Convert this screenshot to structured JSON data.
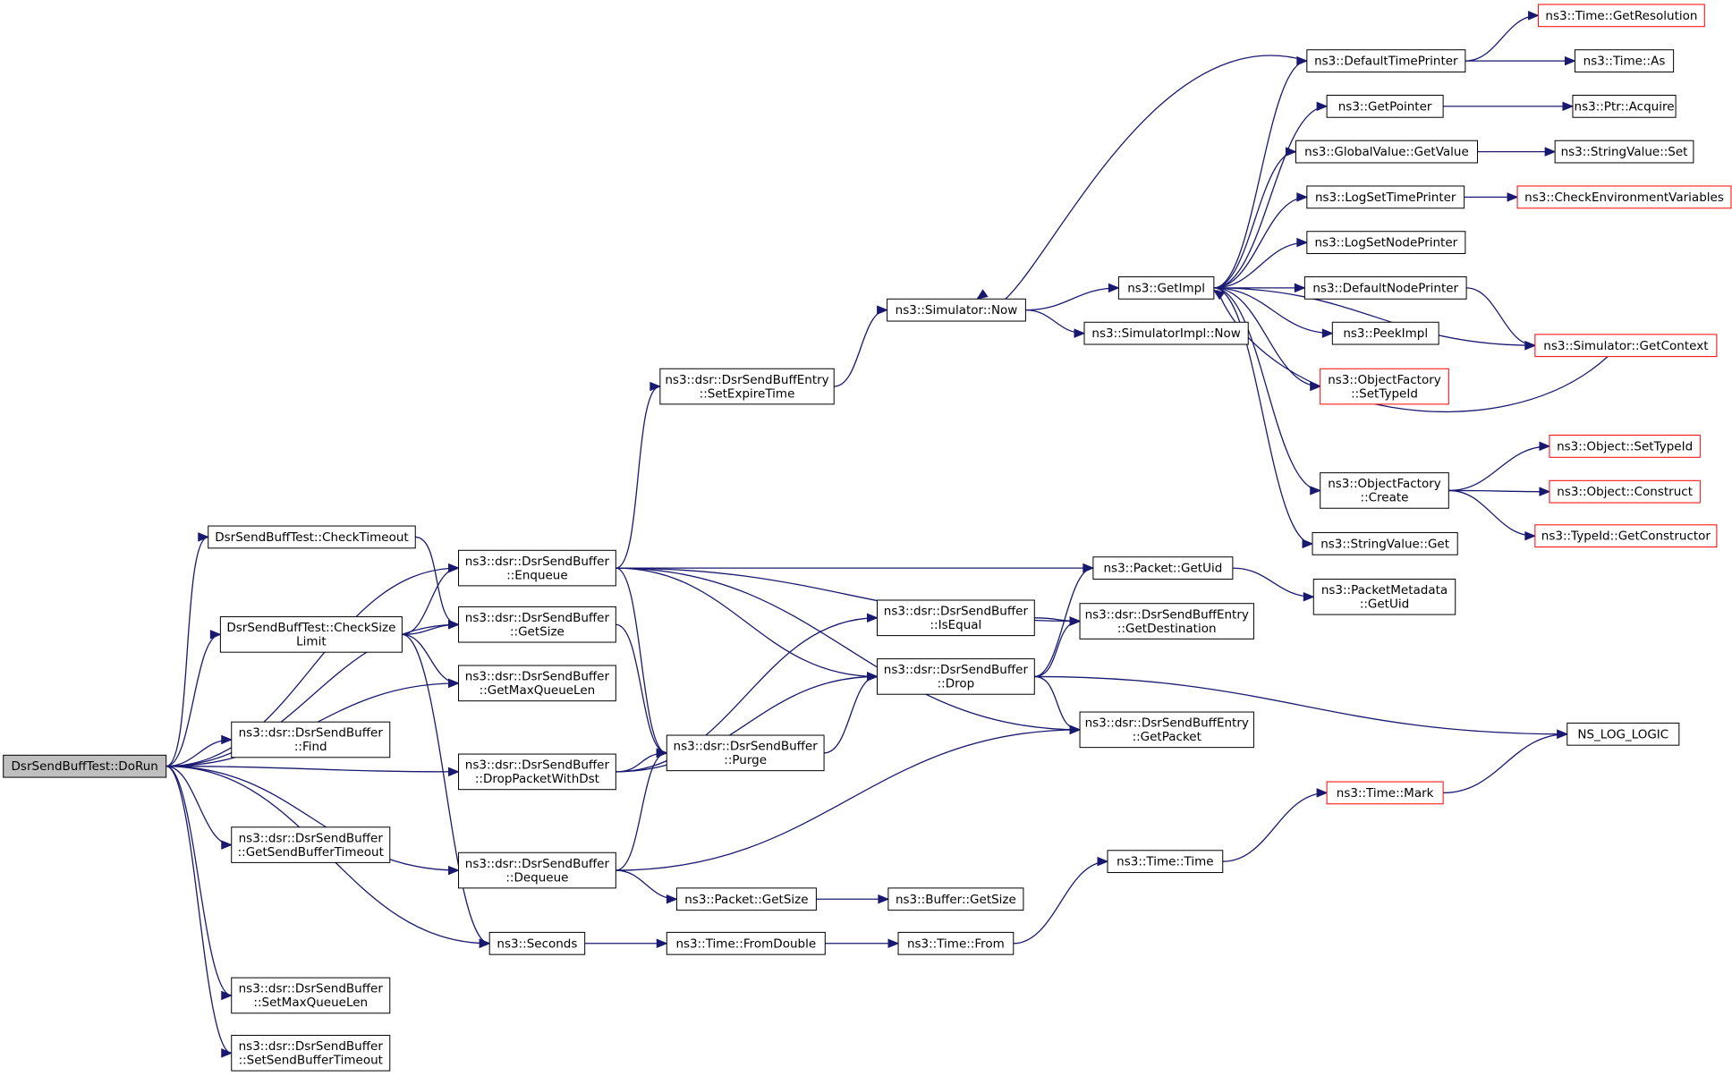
{
  "graph": {
    "edge_color": "#191970",
    "truncated_node_border": "#ff0000",
    "root_fill": "#bfbfbf",
    "nodes": [
      {
        "id": "dorun",
        "lines": [
          "DsrSendBuffTest::DoRun"
        ],
        "root": true
      },
      {
        "id": "checktimeout",
        "lines": [
          "DsrSendBuffTest::CheckTimeout"
        ]
      },
      {
        "id": "checksize",
        "lines": [
          "DsrSendBuffTest::CheckSize",
          "Limit"
        ]
      },
      {
        "id": "enqueue",
        "lines": [
          "ns3::dsr::DsrSendBuffer",
          "::Enqueue"
        ]
      },
      {
        "id": "getsize",
        "lines": [
          "ns3::dsr::DsrSendBuffer",
          "::GetSize"
        ]
      },
      {
        "id": "getmaxq",
        "lines": [
          "ns3::dsr::DsrSendBuffer",
          "::GetMaxQueueLen"
        ]
      },
      {
        "id": "find",
        "lines": [
          "ns3::dsr::DsrSendBuffer",
          "::Find"
        ]
      },
      {
        "id": "droppkt",
        "lines": [
          "ns3::dsr::DsrSendBuffer",
          "::DropPacketWithDst"
        ]
      },
      {
        "id": "getsbt",
        "lines": [
          "ns3::dsr::DsrSendBuffer",
          "::GetSendBufferTimeout"
        ]
      },
      {
        "id": "dequeue",
        "lines": [
          "ns3::dsr::DsrSendBuffer",
          "::Dequeue"
        ]
      },
      {
        "id": "seconds",
        "lines": [
          "ns3::Seconds"
        ]
      },
      {
        "id": "setmaxq",
        "lines": [
          "ns3::dsr::DsrSendBuffer",
          "::SetMaxQueueLen"
        ]
      },
      {
        "id": "setsbt",
        "lines": [
          "ns3::dsr::DsrSendBuffer",
          "::SetSendBufferTimeout"
        ]
      },
      {
        "id": "setexpire",
        "lines": [
          "ns3::dsr::DsrSendBuffEntry",
          "::SetExpireTime"
        ]
      },
      {
        "id": "isequal",
        "lines": [
          "ns3::dsr::DsrSendBuffer",
          "::IsEqual"
        ]
      },
      {
        "id": "drop",
        "lines": [
          "ns3::dsr::DsrSendBuffer",
          "::Drop"
        ]
      },
      {
        "id": "purge",
        "lines": [
          "ns3::dsr::DsrSendBuffer",
          "::Purge"
        ]
      },
      {
        "id": "pktgetsize",
        "lines": [
          "ns3::Packet::GetSize"
        ]
      },
      {
        "id": "fromdouble",
        "lines": [
          "ns3::Time::FromDouble"
        ]
      },
      {
        "id": "simnow",
        "lines": [
          "ns3::Simulator::Now"
        ]
      },
      {
        "id": "bufgetsize",
        "lines": [
          "ns3::Buffer::GetSize"
        ]
      },
      {
        "id": "timefrom",
        "lines": [
          "ns3::Time::From"
        ]
      },
      {
        "id": "simimplnow",
        "lines": [
          "ns3::SimulatorImpl::Now"
        ]
      },
      {
        "id": "getuid",
        "lines": [
          "ns3::Packet::GetUid"
        ]
      },
      {
        "id": "getdest",
        "lines": [
          "ns3::dsr::DsrSendBuffEntry",
          "::GetDestination"
        ]
      },
      {
        "id": "getpacket",
        "lines": [
          "ns3::dsr::DsrSendBuffEntry",
          "::GetPacket"
        ]
      },
      {
        "id": "timetime",
        "lines": [
          "ns3::Time::Time"
        ]
      },
      {
        "id": "getimpl",
        "lines": [
          "ns3::GetImpl"
        ]
      },
      {
        "id": "defaulttp",
        "lines": [
          "ns3::DefaultTimePrinter"
        ]
      },
      {
        "id": "getpointer",
        "lines": [
          "ns3::GetPointer"
        ]
      },
      {
        "id": "gvgetvalue",
        "lines": [
          "ns3::GlobalValue::GetValue"
        ]
      },
      {
        "id": "logsettp",
        "lines": [
          "ns3::LogSetTimePrinter"
        ]
      },
      {
        "id": "logsetnp",
        "lines": [
          "ns3::LogSetNodePrinter"
        ]
      },
      {
        "id": "defaultnp",
        "lines": [
          "ns3::DefaultNodePrinter"
        ]
      },
      {
        "id": "peekimpl",
        "lines": [
          "ns3::PeekImpl"
        ]
      },
      {
        "id": "ofsettypeid",
        "lines": [
          "ns3::ObjectFactory",
          "::SetTypeId"
        ],
        "truncated": true
      },
      {
        "id": "ofcreate",
        "lines": [
          "ns3::ObjectFactory",
          "::Create"
        ]
      },
      {
        "id": "svget",
        "lines": [
          "ns3::StringValue::Get"
        ]
      },
      {
        "id": "pmgetuid",
        "lines": [
          "ns3::PacketMetadata",
          "::GetUid"
        ]
      },
      {
        "id": "timemark",
        "lines": [
          "ns3::Time::Mark"
        ],
        "truncated": true
      },
      {
        "id": "getres",
        "lines": [
          "ns3::Time::GetResolution"
        ],
        "truncated": true
      },
      {
        "id": "timeas",
        "lines": [
          "ns3::Time::As"
        ]
      },
      {
        "id": "ptracquire",
        "lines": [
          "ns3::Ptr::Acquire"
        ]
      },
      {
        "id": "svset",
        "lines": [
          "ns3::StringValue::Set"
        ]
      },
      {
        "id": "checkenv",
        "lines": [
          "ns3::CheckEnvironmentVariables"
        ],
        "truncated": true
      },
      {
        "id": "simgetctx",
        "lines": [
          "ns3::Simulator::GetContext"
        ],
        "truncated": true
      },
      {
        "id": "objsettypeid",
        "lines": [
          "ns3::Object::SetTypeId"
        ],
        "truncated": true
      },
      {
        "id": "objconstruct",
        "lines": [
          "ns3::Object::Construct"
        ],
        "truncated": true
      },
      {
        "id": "tidgetctor",
        "lines": [
          "ns3::TypeId::GetConstructor"
        ],
        "truncated": true
      },
      {
        "id": "nslog",
        "lines": [
          "NS_LOG_LOGIC"
        ]
      }
    ],
    "edges": [
      [
        "dorun",
        "checktimeout"
      ],
      [
        "dorun",
        "checksize"
      ],
      [
        "dorun",
        "enqueue"
      ],
      [
        "dorun",
        "getsize"
      ],
      [
        "dorun",
        "getmaxq"
      ],
      [
        "dorun",
        "find"
      ],
      [
        "dorun",
        "droppkt"
      ],
      [
        "dorun",
        "getsbt"
      ],
      [
        "dorun",
        "dequeue"
      ],
      [
        "dorun",
        "seconds"
      ],
      [
        "dorun",
        "setmaxq"
      ],
      [
        "dorun",
        "setsbt"
      ],
      [
        "checktimeout",
        "getsize"
      ],
      [
        "checksize",
        "enqueue"
      ],
      [
        "checksize",
        "getsize"
      ],
      [
        "checksize",
        "getmaxq"
      ],
      [
        "checksize",
        "seconds"
      ],
      [
        "enqueue",
        "setexpire"
      ],
      [
        "enqueue",
        "getuid"
      ],
      [
        "enqueue",
        "getdest"
      ],
      [
        "enqueue",
        "drop"
      ],
      [
        "enqueue",
        "purge"
      ],
      [
        "enqueue",
        "getpacket"
      ],
      [
        "getsize",
        "purge"
      ],
      [
        "droppkt",
        "isequal"
      ],
      [
        "droppkt",
        "purge"
      ],
      [
        "droppkt",
        "drop"
      ],
      [
        "dequeue",
        "purge"
      ],
      [
        "dequeue",
        "getpacket"
      ],
      [
        "dequeue",
        "pktgetsize"
      ],
      [
        "seconds",
        "fromdouble"
      ],
      [
        "setexpire",
        "simnow"
      ],
      [
        "isequal",
        "getdest"
      ],
      [
        "drop",
        "getuid"
      ],
      [
        "drop",
        "getdest"
      ],
      [
        "drop",
        "getpacket"
      ],
      [
        "drop",
        "nslog"
      ],
      [
        "purge",
        "drop"
      ],
      [
        "pktgetsize",
        "bufgetsize"
      ],
      [
        "fromdouble",
        "timefrom"
      ],
      [
        "timefrom",
        "timetime"
      ],
      [
        "timetime",
        "timemark"
      ],
      [
        "timemark",
        "nslog"
      ],
      [
        "simnow",
        "getimpl"
      ],
      [
        "simnow",
        "simimplnow"
      ],
      [
        "getuid",
        "pmgetuid"
      ],
      [
        "getimpl",
        "defaulttp"
      ],
      [
        "getimpl",
        "getpointer"
      ],
      [
        "getimpl",
        "gvgetvalue"
      ],
      [
        "getimpl",
        "logsettp"
      ],
      [
        "getimpl",
        "logsetnp"
      ],
      [
        "getimpl",
        "defaultnp"
      ],
      [
        "getimpl",
        "peekimpl"
      ],
      [
        "getimpl",
        "ofsettypeid"
      ],
      [
        "getimpl",
        "ofcreate"
      ],
      [
        "getimpl",
        "svget"
      ],
      [
        "getimpl",
        "simgetctx"
      ],
      [
        "defaulttp",
        "simnow"
      ],
      [
        "defaulttp",
        "getres"
      ],
      [
        "defaulttp",
        "timeas"
      ],
      [
        "getpointer",
        "ptracquire"
      ],
      [
        "gvgetvalue",
        "svset"
      ],
      [
        "logsettp",
        "checkenv"
      ],
      [
        "defaultnp",
        "simgetctx"
      ],
      [
        "simgetctx",
        "getimpl"
      ],
      [
        "ofcreate",
        "objsettypeid"
      ],
      [
        "ofcreate",
        "objconstruct"
      ],
      [
        "ofcreate",
        "tidgetctor"
      ]
    ]
  }
}
